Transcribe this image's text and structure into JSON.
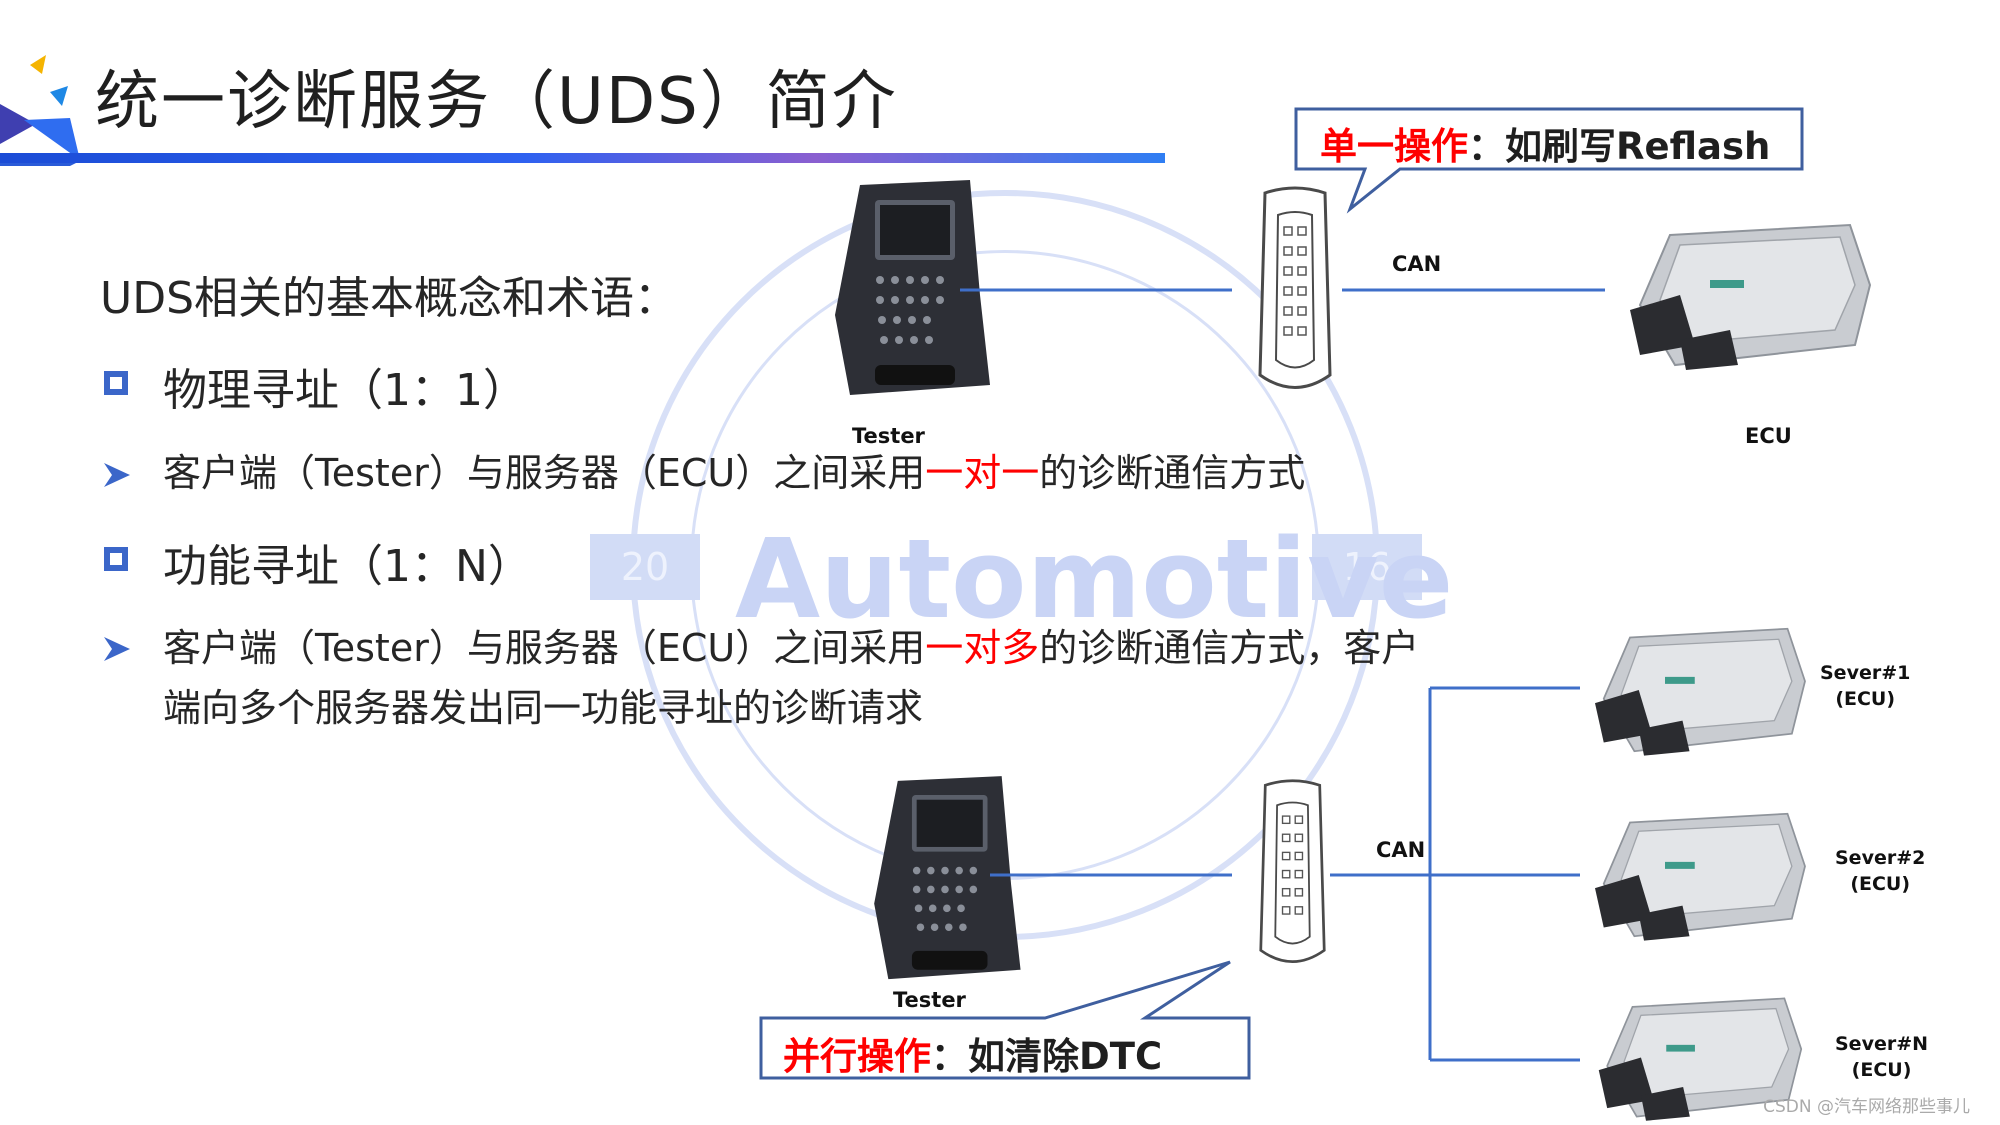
{
  "title": "统一诊断服务（UDS）简介",
  "intro": "UDS相关的基本概念和术语：",
  "section1": {
    "heading": "物理寻址（1：1）",
    "desc_pre": "客户端（Tester）与服务器（ECU）之间采用",
    "desc_red": "一对一",
    "desc_post": "的诊断通信方式"
  },
  "section2": {
    "heading": "功能寻址（1：N）",
    "desc_pre": "客户端（Tester）与服务器（ECU）之间采用",
    "desc_red": "一对多",
    "desc_post": "的诊断通信方式，客户",
    "desc_line2": "端向多个服务器发出同一功能寻址的诊断请求"
  },
  "diagram_top": {
    "callout_red": "单一操作",
    "callout_rest": "：如刷写Reflash",
    "bus_label": "CAN",
    "tester_label": "Tester",
    "ecu_label": "ECU"
  },
  "diagram_bottom": {
    "callout_red": "并行操作",
    "callout_rest": "：如清除DTC",
    "bus_label": "CAN",
    "tester_label": "Tester",
    "servers": [
      {
        "name": "Sever#1",
        "sub": "(ECU)"
      },
      {
        "name": "Sever#2",
        "sub": "(ECU)"
      },
      {
        "name": "Sever#N",
        "sub": "(ECU)"
      }
    ]
  },
  "watermark": {
    "main": "Automotive",
    "left_num": "20",
    "right_num": "16"
  },
  "footer": "CSDN @汽车网络那些事儿",
  "colors": {
    "accent_blue": "#3b66c9",
    "callout_border": "#3f5f9f",
    "highlight_red": "#ff0000",
    "line_blue": "#3f6fc9"
  }
}
